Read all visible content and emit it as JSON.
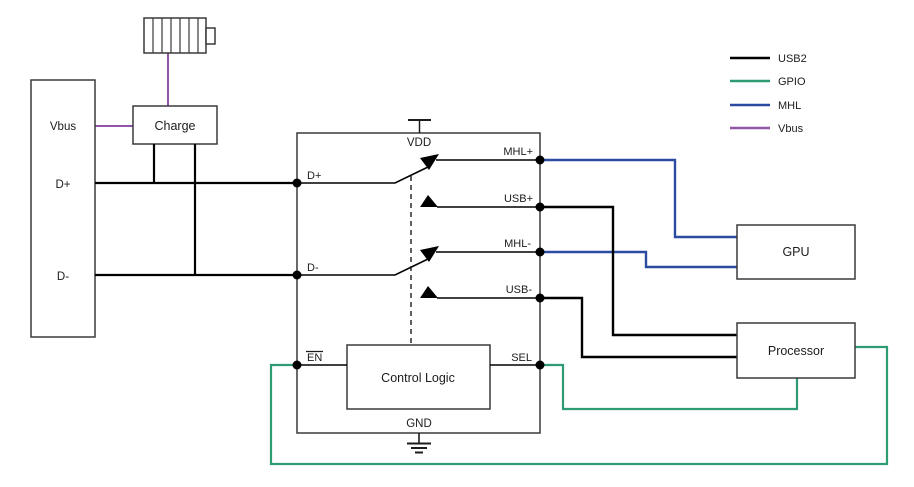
{
  "usb_connector": {
    "pin_vbus": "Vbus",
    "pin_dp": "D+",
    "pin_dm": "D-"
  },
  "charge_block": {
    "label": "Charge"
  },
  "switch_ic": {
    "pin_vdd": "VDD",
    "pin_gnd": "GND",
    "pin_en": "EN",
    "pin_sel": "SEL",
    "pin_dp": "D+",
    "pin_dm": "D-",
    "pin_mhl_plus": "MHL+",
    "pin_usb_plus": "USB+",
    "pin_mhl_minus": "MHL-",
    "pin_usb_minus": "USB-",
    "control_logic_label": "Control Logic"
  },
  "gpu_block": {
    "label": "GPU"
  },
  "processor_block": {
    "label": "Processor"
  },
  "legend": {
    "items": [
      {
        "label": "USB2",
        "color": "#000000"
      },
      {
        "label": "GPIO",
        "color": "#2f9b72"
      },
      {
        "label": "MHL",
        "color": "#2b4ba0"
      },
      {
        "label": "Vbus",
        "color": "#9355a8"
      }
    ]
  },
  "colors": {
    "usb2": "#000000",
    "gpio": "#2f9b72",
    "mhl": "#2b4ba0",
    "vbus": "#9355a8"
  }
}
